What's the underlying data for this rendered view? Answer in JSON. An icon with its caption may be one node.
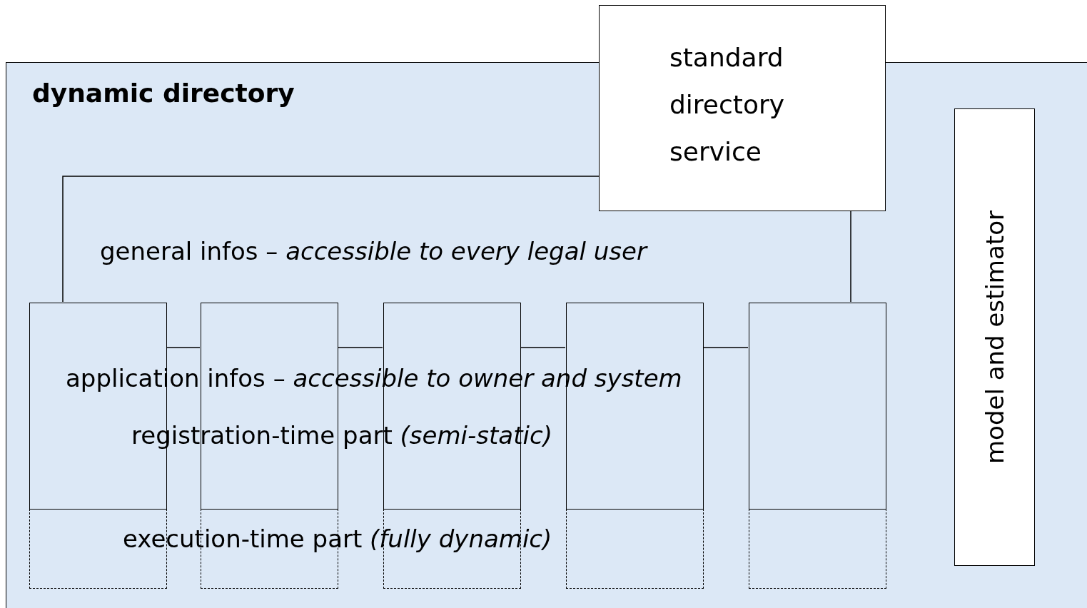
{
  "diagram": {
    "nodes": [
      {
        "text": [
          "dynamic directory"
        ]
      },
      {
        "text": [
          "standard directory service"
        ]
      },
      {
        "text": [],
        "shape": "box",
        "in": 0
      },
      {
        "text": [],
        "shape": "box",
        "in": 0
      },
      {
        "text": [],
        "shape": "box",
        "in": 0
      },
      {
        "text": [],
        "shape": "box",
        "in": 0
      },
      {
        "text": [],
        "shape": "box",
        "in": 0
      },
      {
        "text": [
          "model and estimator"
        ],
        "in": 0
      },
      {
        "text": [],
        "shape": "box",
        "in": 0
      },
      {
        "text": [],
        "shape": "box",
        "in": 0
      },
      {
        "text": [],
        "shape": "box",
        "in": 0
      },
      {
        "text": [],
        "shape": "box",
        "in": 0
      },
      {
        "text": [],
        "shape": "box",
        "in": 0
      }
    ],
    "edges": [
      {
        "from": 2,
        "to": 1,
        "arrow": "none"
      },
      {
        "from": 1,
        "to": 6,
        "arrow": "none"
      },
      {
        "from": 2,
        "to": 3,
        "arrow": "none"
      },
      {
        "from": 3,
        "to": 4,
        "arrow": "none"
      },
      {
        "from": 4,
        "to": 5,
        "arrow": "none"
      },
      {
        "from": 5,
        "to": 6,
        "arrow": "none"
      }
    ],
    "labels": [
      "general infos – *accessible to every legal user*",
      "application infos – *accessible to owner and system*",
      "registration-time part *(semi-static)*",
      "execution-time part *(fully dynamic)*"
    ]
  }
}
